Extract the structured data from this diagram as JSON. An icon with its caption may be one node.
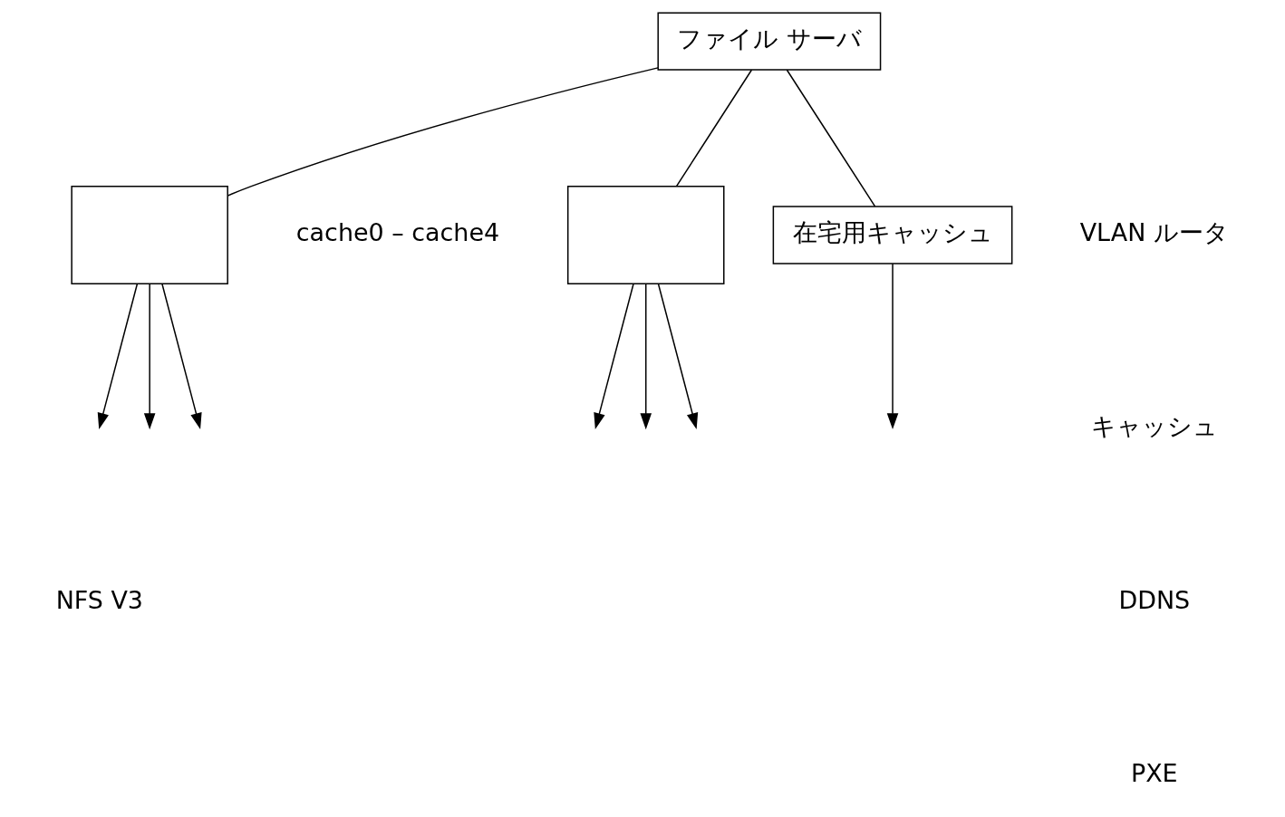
{
  "diagram": {
    "nodes": [
      {
        "text": [
          "ファイル サーバ"
        ]
      },
      {
        "text": [],
        "shape": "box"
      },
      {
        "text": [],
        "shape": "box"
      },
      {
        "text": [
          "在宅用キャッシュ"
        ]
      }
    ],
    "edges": [
      {
        "from": 0,
        "to": 1,
        "arrow": "none"
      },
      {
        "from": 0,
        "to": 2,
        "arrow": "none"
      },
      {
        "from": 0,
        "to": 3,
        "arrow": "none"
      },
      {
        "from": 1,
        "to": null,
        "arrow": "to"
      },
      {
        "from": 1,
        "to": null,
        "arrow": "to"
      },
      {
        "from": 1,
        "to": null,
        "arrow": "to"
      },
      {
        "from": 2,
        "to": null,
        "arrow": "to"
      },
      {
        "from": 2,
        "to": null,
        "arrow": "to"
      },
      {
        "from": 2,
        "to": null,
        "arrow": "to"
      },
      {
        "from": 3,
        "to": null,
        "arrow": "to"
      }
    ],
    "labels": [
      "cache0 – cache4",
      "VLAN ルータ",
      "キャッシュ",
      "DDNS",
      "PXE",
      "NFS V3"
    ]
  }
}
